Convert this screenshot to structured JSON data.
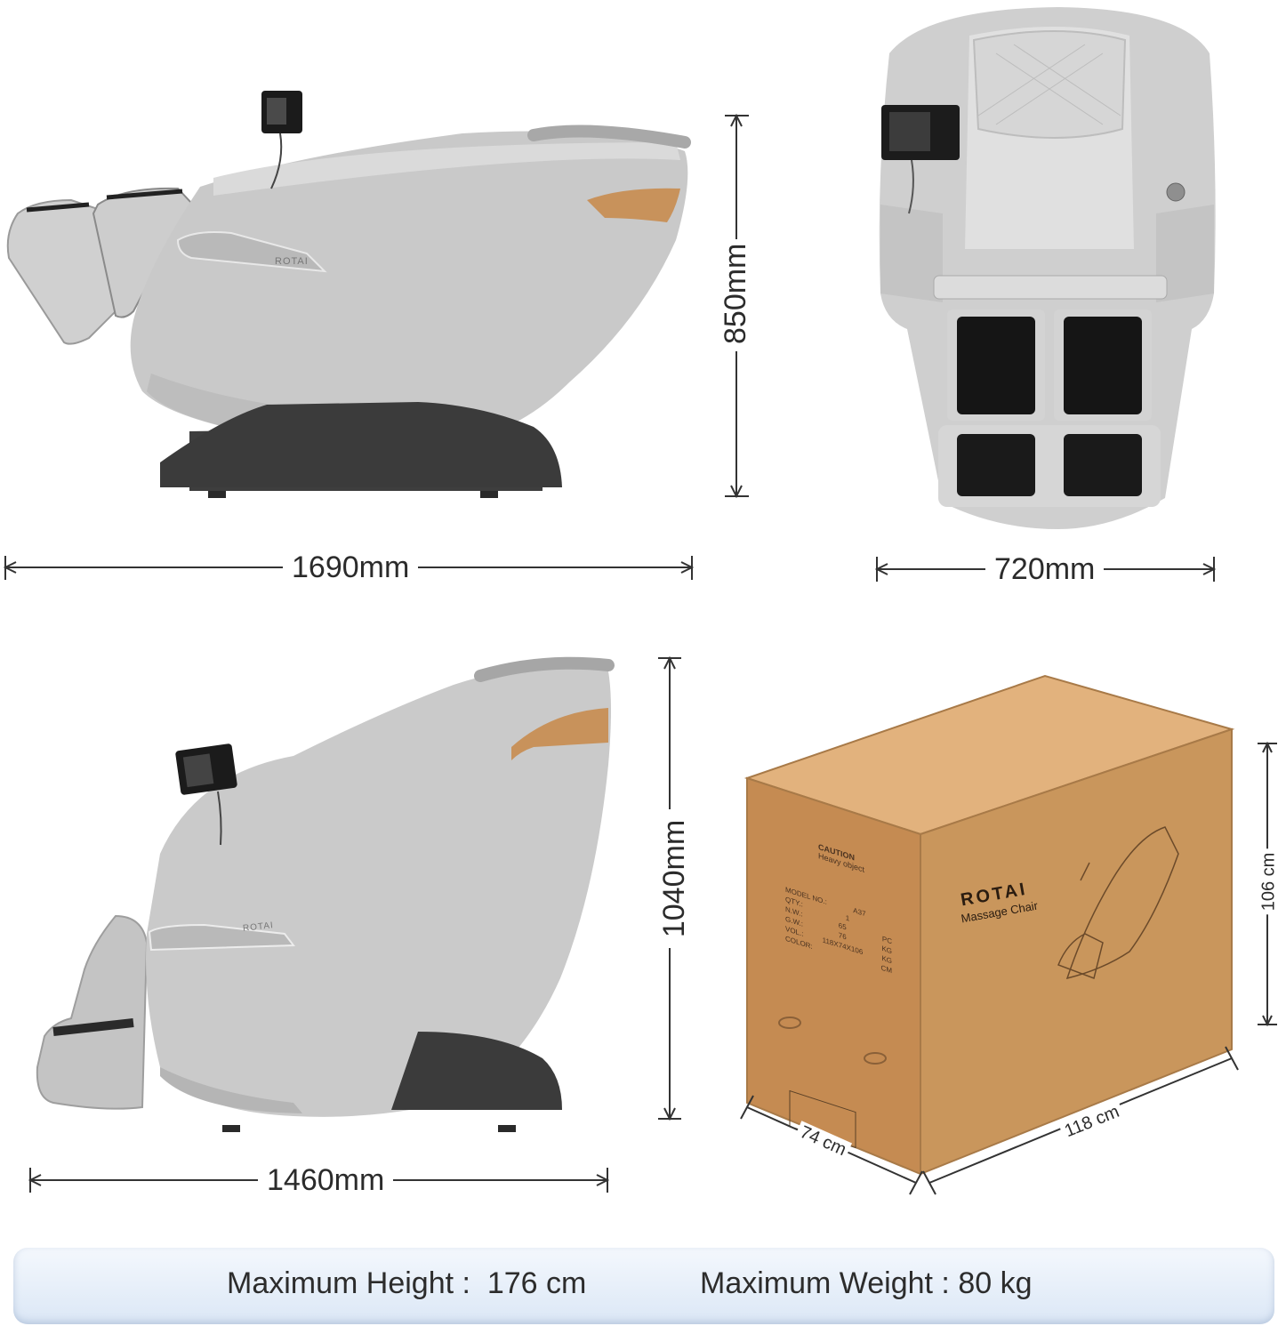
{
  "dimensions": {
    "side_length": "1690mm",
    "side_height": "850mm",
    "front_width": "720mm",
    "upright_height": "1040mm",
    "upright_length": "1460mm",
    "box_height": "106 cm",
    "box_length": "118 cm",
    "box_depth": "74 cm"
  },
  "chair": {
    "brand_mark": "ROTAI"
  },
  "box": {
    "brand": "ROTAI",
    "product": "Massage Chair",
    "caution_title": "CAUTION",
    "caution_text": "Heavy object",
    "label_rows": [
      {
        "key": "MODEL NO.:",
        "value": "A37",
        "unit": ""
      },
      {
        "key": "QTY.:",
        "value": "1",
        "unit": ""
      },
      {
        "key": "N.W.:",
        "value": "65",
        "unit": "PC"
      },
      {
        "key": "G.W.:",
        "value": "76",
        "unit": "KG"
      },
      {
        "key": "VOL.:",
        "value": "118X74X106",
        "unit": "KG"
      },
      {
        "key": "COLOR:",
        "value": "",
        "unit": "CM"
      }
    ]
  },
  "footer": {
    "max_height": "Maximum Height :  176 cm",
    "max_weight": "Maximum Weight : 80 kg"
  },
  "colors": {
    "chair_gray": "#c9c9c9",
    "base_dark": "#3d3d3d",
    "accent_bronze": "#c8925b",
    "box_cardboard": "#c9965c"
  }
}
